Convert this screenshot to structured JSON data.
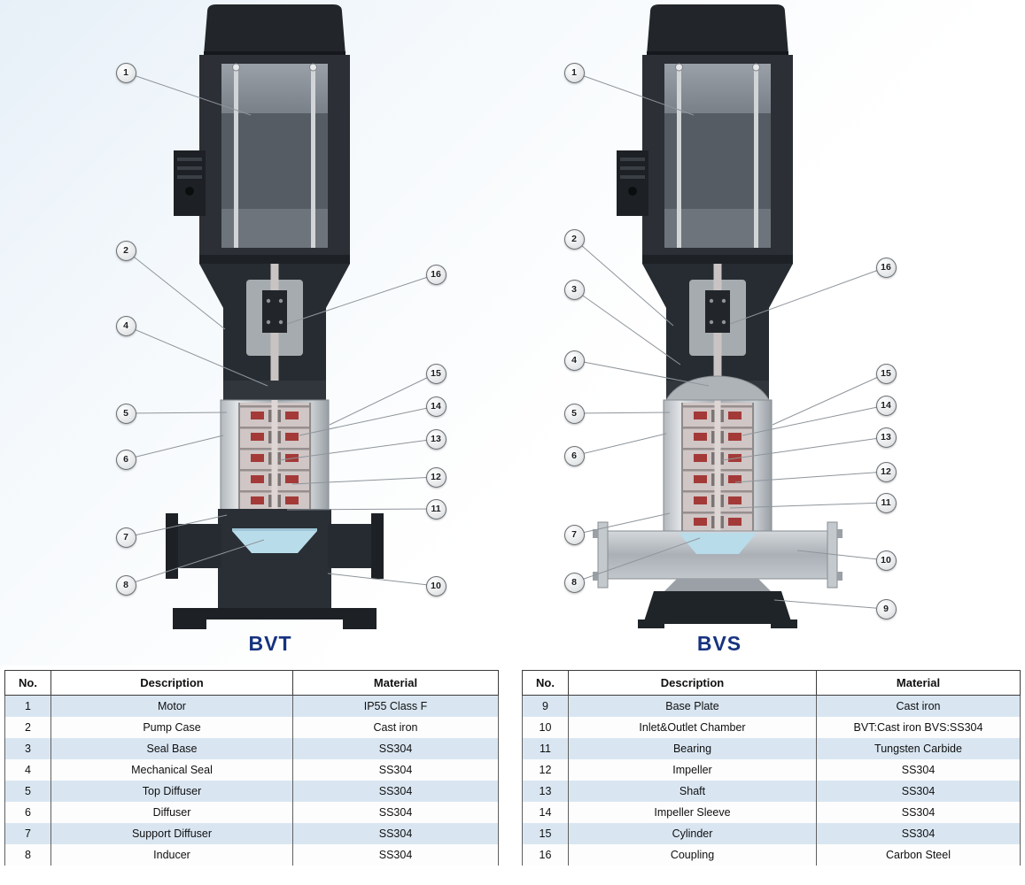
{
  "diagram": {
    "bvt": {
      "label": "BVT",
      "callouts_left": [
        "1",
        "2",
        "4",
        "5",
        "6",
        "7",
        "8"
      ],
      "callouts_right": [
        "16",
        "15",
        "14",
        "13",
        "12",
        "11",
        "10"
      ]
    },
    "bvs": {
      "label": "BVS",
      "callouts_left": [
        "1",
        "2",
        "3",
        "4",
        "5",
        "6",
        "7",
        "8"
      ],
      "callouts_right": [
        "16",
        "15",
        "14",
        "13",
        "12",
        "11",
        "10",
        "9"
      ]
    }
  },
  "tables": {
    "left": {
      "headers": {
        "no": "No.",
        "description": "Description",
        "material": "Material"
      },
      "rows": [
        {
          "no": "1",
          "description": "Motor",
          "material": "IP55 Class F"
        },
        {
          "no": "2",
          "description": "Pump Case",
          "material": "Cast iron"
        },
        {
          "no": "3",
          "description": "Seal Base",
          "material": "SS304"
        },
        {
          "no": "4",
          "description": "Mechanical Seal",
          "material": "SS304"
        },
        {
          "no": "5",
          "description": "Top Diffuser",
          "material": "SS304"
        },
        {
          "no": "6",
          "description": "Diffuser",
          "material": "SS304"
        },
        {
          "no": "7",
          "description": "Support Diffuser",
          "material": "SS304"
        },
        {
          "no": "8",
          "description": "Inducer",
          "material": "SS304"
        }
      ]
    },
    "right": {
      "headers": {
        "no": "No.",
        "description": "Description",
        "material": "Material"
      },
      "rows": [
        {
          "no": "9",
          "description": "Base Plate",
          "material": "Cast iron"
        },
        {
          "no": "10",
          "description": "Inlet&Outlet Chamber",
          "material": "BVT:Cast iron BVS:SS304"
        },
        {
          "no": "11",
          "description": "Bearing",
          "material": "Tungsten Carbide"
        },
        {
          "no": "12",
          "description": "Impeller",
          "material": "SS304"
        },
        {
          "no": "13",
          "description": "Shaft",
          "material": "SS304"
        },
        {
          "no": "14",
          "description": "Impeller Sleeve",
          "material": "SS304"
        },
        {
          "no": "15",
          "description": "Cylinder",
          "material": "SS304"
        },
        {
          "no": "16",
          "description": "Coupling",
          "material": "Carbon Steel"
        }
      ]
    }
  },
  "colors": {
    "accent_navy": "#16337f",
    "row_alt": "#d9e6f2"
  }
}
